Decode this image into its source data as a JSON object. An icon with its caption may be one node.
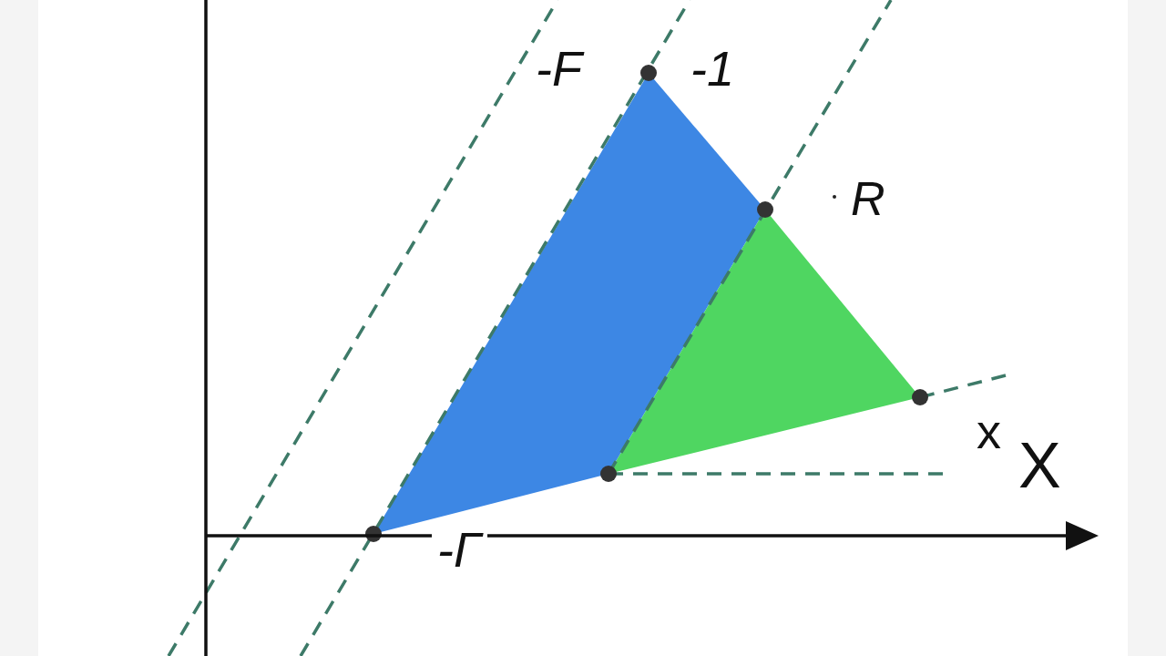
{
  "diagram": {
    "labels": [
      "-F",
      "-1",
      "R",
      "x",
      "X",
      "-Γ"
    ]
  }
}
